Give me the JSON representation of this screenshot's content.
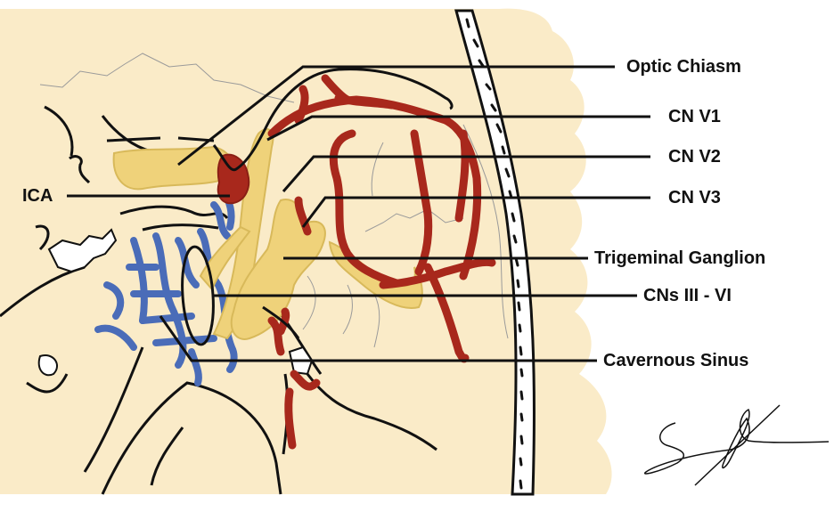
{
  "title": "Cavernous Sinus Anatomy",
  "labels": {
    "optic_chiasm": "Optic Chiasm",
    "cn_v1": "CN V1",
    "cn_v2": "CN V2",
    "cn_v3": "CN V3",
    "trigeminal_ganglion": "Trigeminal Ganglion",
    "cns_iii_vi": "CNs III - VI",
    "cavernous_sinus": "Cavernous Sinus",
    "ica": "ICA"
  },
  "colors": {
    "background_tissue": "#faebc8",
    "nerve_yellow": "#efd27a",
    "artery_red": "#a8281c",
    "venous_blue": "#4a6cb8",
    "outline": "#111111",
    "leader_line": "#111111"
  },
  "signature": {
    "present": true
  }
}
